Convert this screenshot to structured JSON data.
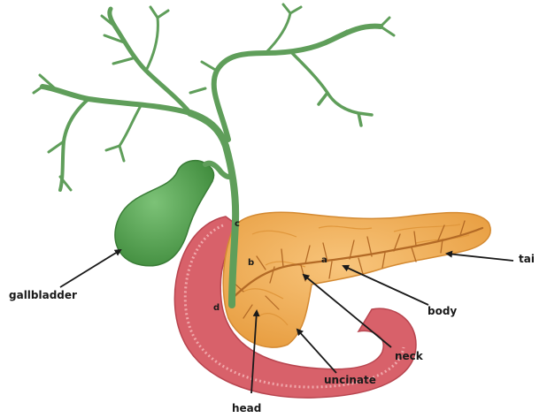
{
  "labels": {
    "gallbladder": "gallbladder",
    "head": "head",
    "uncinate": "uncinate",
    "neck": "neck",
    "body": "body",
    "tail": "tai"
  },
  "markers": {
    "a": "a",
    "b": "b",
    "c": "c",
    "d": "d"
  },
  "colors": {
    "bile_duct": "#5f9e5a",
    "gallbladder": "#4f9b4c",
    "pancreas": "#f3b25e",
    "pancreas_dark": "#e39a3f",
    "pancreatic_duct": "#b36a26",
    "duodenum": "#d8616a",
    "duodenum_light": "#f0a8ab",
    "arrow": "#1a1a1a"
  }
}
